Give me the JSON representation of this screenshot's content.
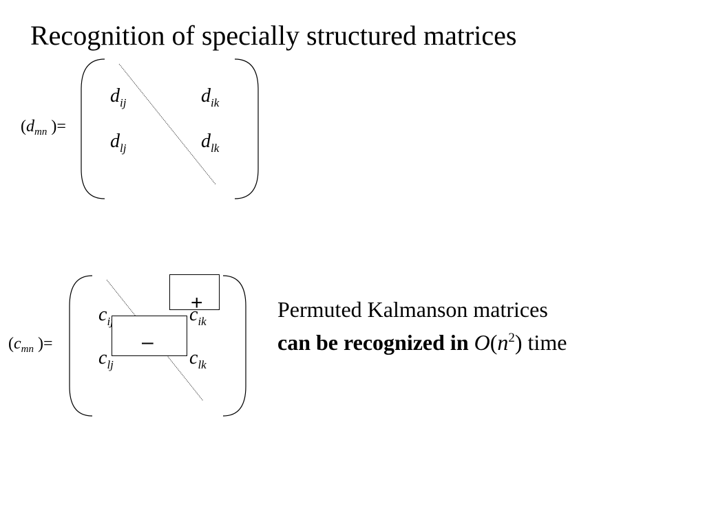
{
  "slide": {
    "title": "Recognition of specially structured matrices"
  },
  "matrix_d": {
    "lhs_paren_open": "(",
    "lhs_symbol": "d",
    "lhs_subscript": "mn",
    "lhs_tail": " )=",
    "entries": [
      {
        "symbol": "d",
        "subscript": "ij"
      },
      {
        "symbol": "d",
        "subscript": "ik"
      },
      {
        "symbol": "d",
        "subscript": "lj"
      },
      {
        "symbol": "d",
        "subscript": "lk"
      }
    ]
  },
  "matrix_c": {
    "lhs_paren_open": "(",
    "lhs_symbol": "c",
    "lhs_subscript": "mn",
    "lhs_tail": " )=",
    "entries": [
      {
        "symbol": "c",
        "subscript": "ij"
      },
      {
        "symbol": "c",
        "subscript": "ik"
      },
      {
        "symbol": "c",
        "subscript": "lj"
      },
      {
        "symbol": "c",
        "subscript": "lk"
      }
    ],
    "plus_sign": "+",
    "minus_sign": "–"
  },
  "statement": {
    "line1": "Permuted Kalmanson matrices",
    "line2_bold": "can be recognized in",
    "complexity_O": "O",
    "complexity_open": "(",
    "complexity_n": "n",
    "complexity_exp": "2",
    "complexity_close": ")",
    "line2_tail": " time"
  },
  "colors": {
    "text": "#000000",
    "background": "#ffffff",
    "diagonal": "#555555"
  }
}
